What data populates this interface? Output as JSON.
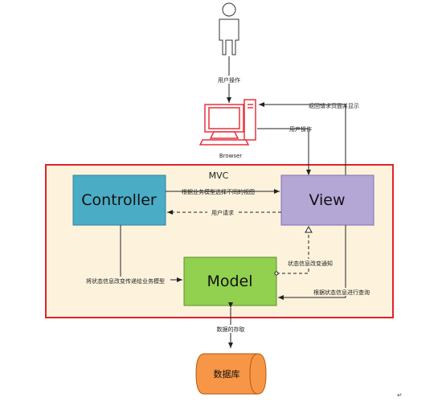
{
  "colors": {
    "mvc_frame_stroke": "#e0212b",
    "mvc_frame_fill": "#fdf3dd",
    "browser_icon": "#e7323d",
    "controller_fill": "#4bacc6",
    "view_fill": "#b4a7d6",
    "model_fill": "#92d050",
    "database_fill": "#f79646",
    "arrow": "#222222"
  },
  "icons": {
    "user": "person-icon",
    "browser": "computer-icon",
    "database": "database-cylinder-icon"
  },
  "labels": {
    "user_operation_top": "用户操作",
    "browser": "Browser",
    "return_page": "返回请求页面并显示",
    "user_operation_right": "用户操作",
    "mvc": "MVC",
    "controller_to_view": "根据业务模型选择不同的视图",
    "user_request": "用户请求",
    "controller_to_model": "将状态信息改变传递给业务模型",
    "state_change_notify": "状态信息改变通知",
    "view_to_model_query": "根据状态信息进行查询",
    "data_access": "数据的存取"
  },
  "boxes": {
    "controller": "Controller",
    "view": "View",
    "model": "Model",
    "database": "数据库"
  },
  "corner_mark": "↵"
}
